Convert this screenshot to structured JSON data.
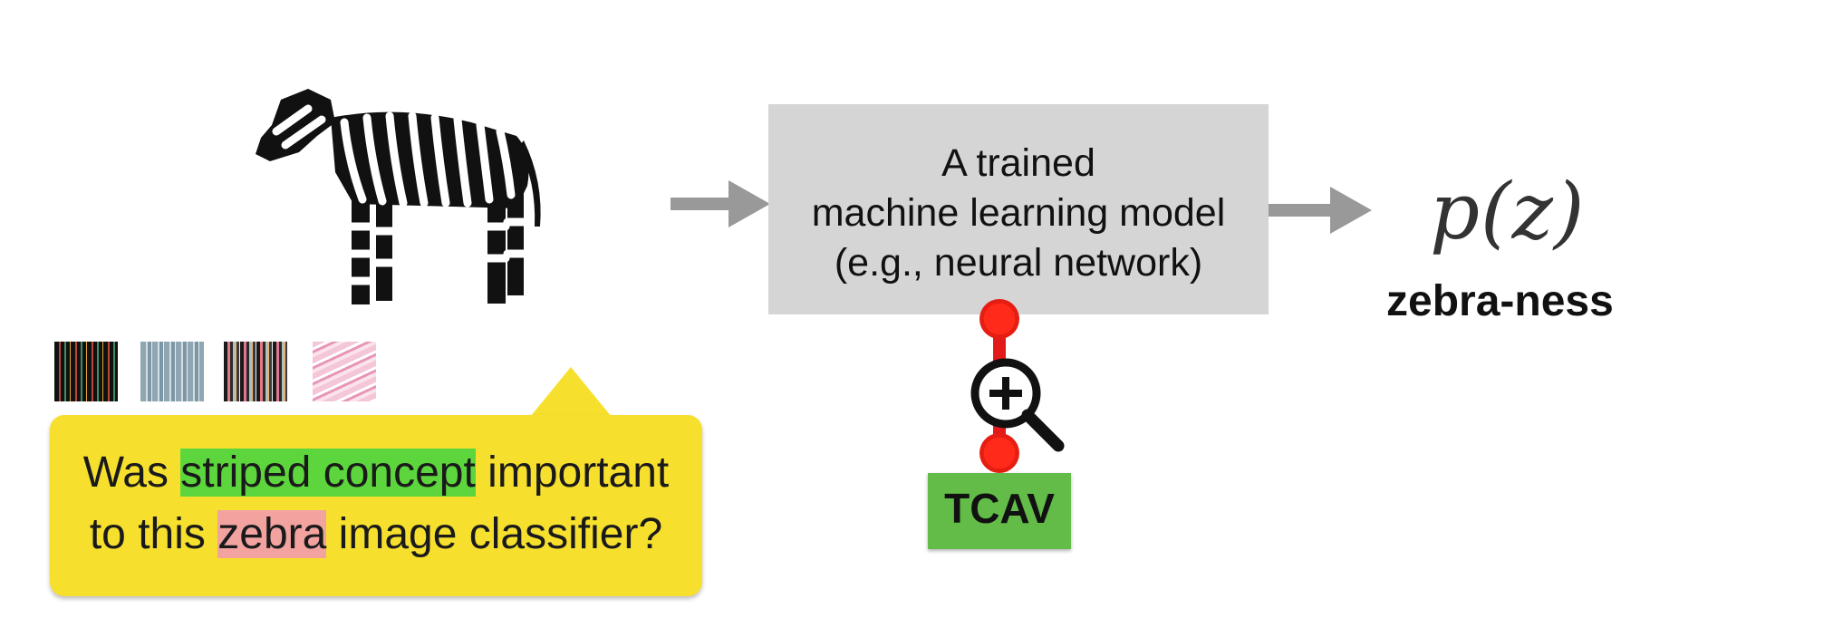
{
  "callout": {
    "line1_before": "Was ",
    "line1_highlight": "striped concept",
    "line1_after": " important",
    "line2_before": "to this ",
    "line2_highlight": "zebra",
    "line2_after": " image classifier?"
  },
  "model": {
    "line1": "A trained",
    "line2": "machine learning model",
    "line3": "(e.g., neural network)"
  },
  "output": {
    "formula": "p(z)",
    "label": "zebra-ness"
  },
  "tcav": {
    "label": "TCAV"
  },
  "colors": {
    "callout_bg": "#f7e02d",
    "highlight_concept": "#5cd63c",
    "highlight_class": "#f2a3a0",
    "model_box": "#d5d5d5",
    "tcav_box": "#63bc47",
    "connector": "#e31a1a",
    "arrow": "#999999"
  },
  "icons": [
    "zebra-icon",
    "magnifier-plus-icon",
    "arrow-right-icon"
  ]
}
